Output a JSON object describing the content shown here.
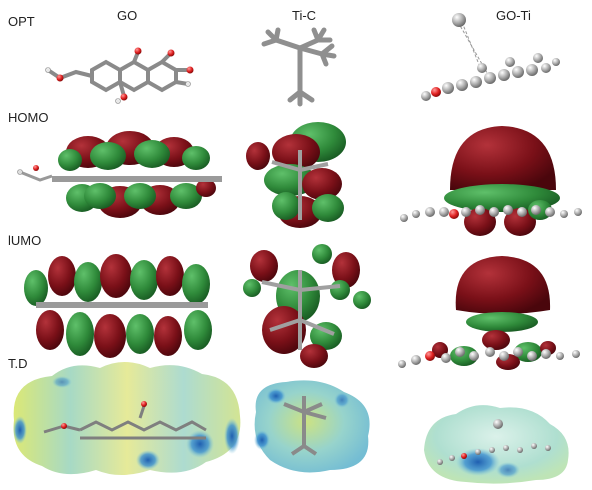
{
  "columns": {
    "go": "GO",
    "tic": "Ti-C",
    "goti": "GO-Ti"
  },
  "rows": {
    "opt": "OPT",
    "homo": "HOMO",
    "lumo": "lUMO",
    "td": "T.D"
  },
  "colors": {
    "lobe_red": "#7a1018",
    "lobe_green": "#2f8a3a",
    "atom_gray": "#a8a8a8",
    "bond_gray": "#777777",
    "oxygen_red": "#e02020",
    "hydrogen_white": "#f2f2f2"
  }
}
